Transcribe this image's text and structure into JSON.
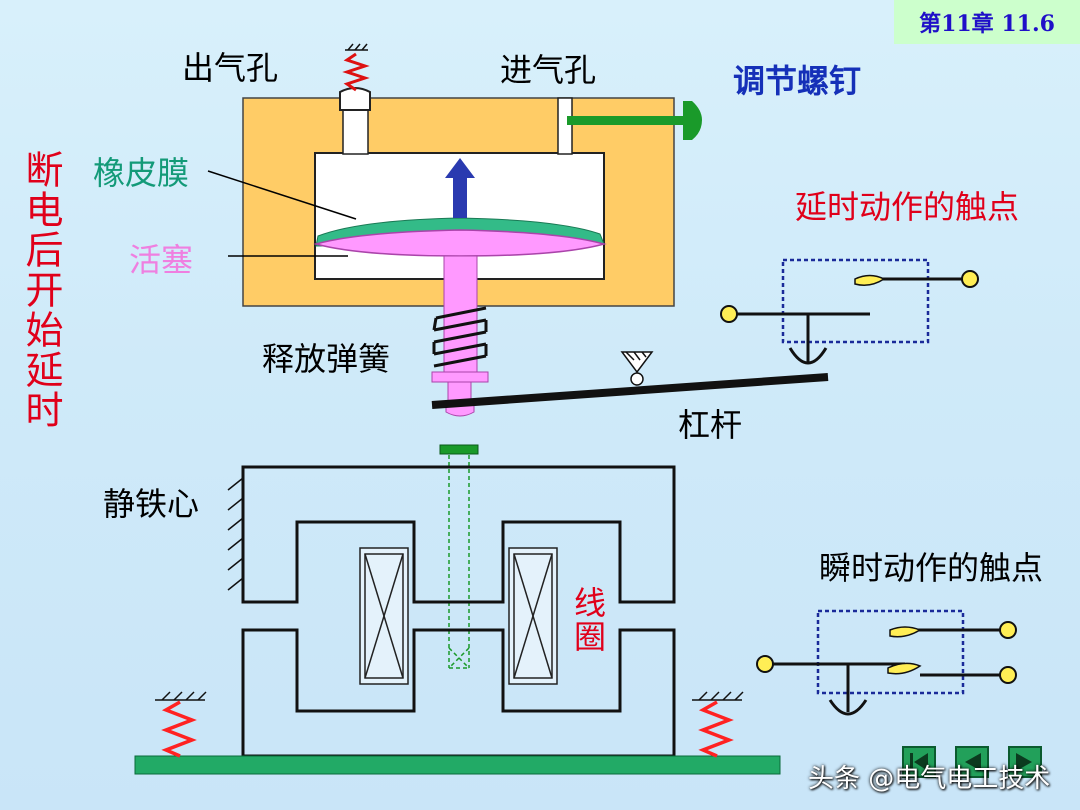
{
  "slide": {
    "chapter_badge": "第11章   11.6",
    "watermark": "头条 @电气电工技术"
  },
  "labels": {
    "outlet_hole": "出气孔",
    "inlet_hole": "进气孔",
    "adjust_screw": "调节螺钉",
    "rubber_membrane": "橡皮膜",
    "piston": "活塞",
    "delay_after_power_off": "断电后开始延时",
    "delayed_contacts": "延时动作的触点",
    "release_spring": "释放弹簧",
    "lever": "杠杆",
    "static_core": "静铁心",
    "coil": "线圈",
    "instant_contacts": "瞬时动作的触点"
  },
  "colors": {
    "air_chamber_body": "#ffcc66",
    "piston_rod": "#ff99ff",
    "membrane": "#33bb88",
    "screw": "#1a9a2a",
    "base": "#22aa66",
    "contact": "#ffee55",
    "arrow": "#2a3ab0",
    "spring": "#ff2222"
  },
  "nav_buttons": [
    "first-slide-icon",
    "previous-slide-icon",
    "next-slide-icon"
  ]
}
